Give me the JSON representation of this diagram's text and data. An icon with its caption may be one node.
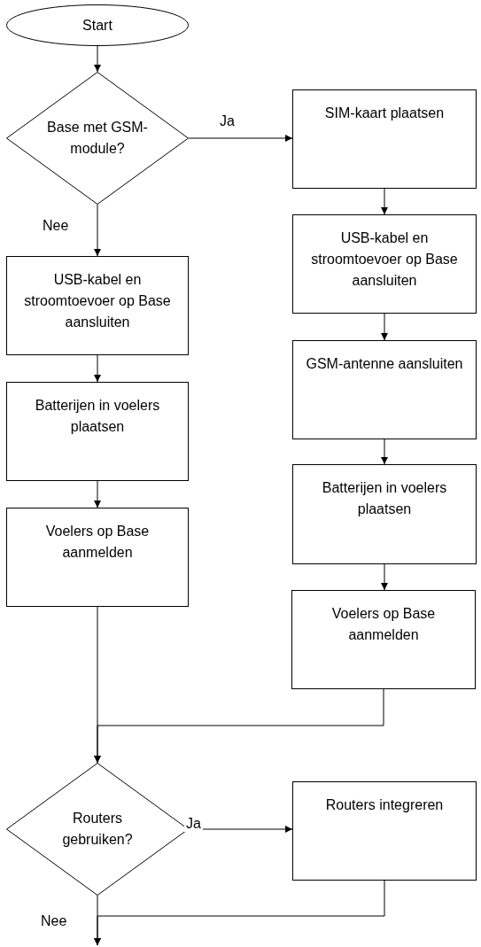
{
  "diagram": {
    "nodes": [
      {
        "text": [
          "Start"
        ]
      },
      {
        "text": [
          "Base met GSM-module?"
        ]
      },
      {
        "text": [
          "SIM-kaart plaatsen"
        ]
      },
      {
        "text": [
          "USB-kabel en stroomtoevoer op Base aansluiten"
        ]
      },
      {
        "text": [
          "GSM-antenne aansluiten"
        ]
      },
      {
        "text": [
          "Batterijen in voelers plaatsen"
        ]
      },
      {
        "text": [
          "Voelers op Base aanmelden"
        ]
      },
      {
        "text": [
          "USB-kabel en stroomtoevoer op Base aansluiten"
        ]
      },
      {
        "text": [
          "Batterijen in voelers plaatsen"
        ]
      },
      {
        "text": [
          "Voelers op Base aanmelden"
        ]
      },
      {
        "text": [
          "Routers gebruiken?"
        ]
      },
      {
        "text": [
          "Routers integreren"
        ]
      }
    ],
    "edges": [
      {
        "from": 0,
        "to": 1,
        "arrow": "to"
      },
      {
        "from": 1,
        "to": 2,
        "arrow": "to",
        "label": "Ja"
      },
      {
        "from": 1,
        "to": 7,
        "arrow": "to",
        "label": "Nee"
      },
      {
        "from": 2,
        "to": 3,
        "arrow": "to"
      },
      {
        "from": 3,
        "to": 4,
        "arrow": "to"
      },
      {
        "from": 4,
        "to": 5,
        "arrow": "to"
      },
      {
        "from": 5,
        "to": 6,
        "arrow": "to"
      },
      {
        "from": 7,
        "to": 8,
        "arrow": "to"
      },
      {
        "from": 8,
        "to": 9,
        "arrow": "to"
      },
      {
        "from": 9,
        "to": 10,
        "arrow": "to"
      },
      {
        "from": 6,
        "to": 10,
        "arrow": "to"
      },
      {
        "from": 10,
        "to": 11,
        "arrow": "to",
        "label": "Ja"
      },
      {
        "from": 10,
        "to": null,
        "arrow": "to",
        "label": "Nee"
      },
      {
        "from": 11,
        "to": null,
        "arrow": "to"
      }
    ]
  }
}
